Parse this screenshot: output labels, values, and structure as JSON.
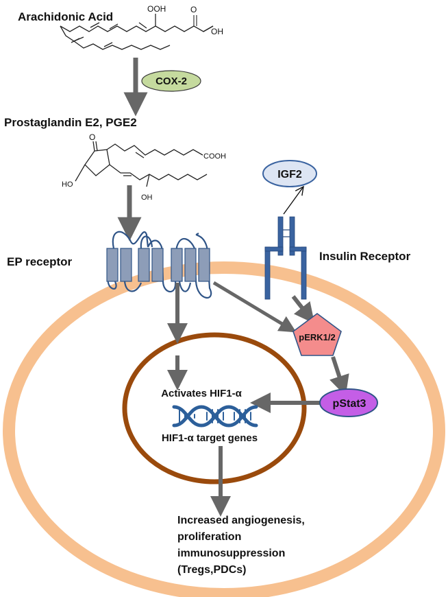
{
  "labels": {
    "arachidonic_acid": "Arachidonic Acid",
    "cox2": "COX-2",
    "pge2": "Prostaglandin E2, PGE2",
    "ep_receptor": "EP receptor",
    "igf2": "IGF2",
    "insulin_receptor": "Insulin Receptor",
    "perk": "pERK1/2",
    "pstat3": "pStat3",
    "activates_hif": "Activates HIF1-α",
    "hif_targets": "HIF1-α target genes",
    "outcome_1": "Increased angiogenesis,",
    "outcome_2": "proliferation",
    "outcome_3": "immunosuppression",
    "outcome_4": "(Tregs,PDCs)"
  },
  "chem_labels": {
    "ooh": "OOH",
    "o_top": "O",
    "oh_acid": "OH",
    "o_ring": "O",
    "cooh": "COOH",
    "ho_ring": "HO",
    "oh_bottom": "OH"
  },
  "colors": {
    "membrane": "#f7c08f",
    "nucleus": "#9a4a0c",
    "arrow": "#676767",
    "receptor_fill": "#8d9db8",
    "receptor_stroke": "#2f5487",
    "insulin_receptor": "#3a63a0",
    "cox2_fill": "#c5da9e",
    "igf2_fill": "#dde5f3",
    "perk_fill": "#f48c8c",
    "pstat3_fill": "#c45ee6",
    "dna": "#2c5f9a"
  }
}
